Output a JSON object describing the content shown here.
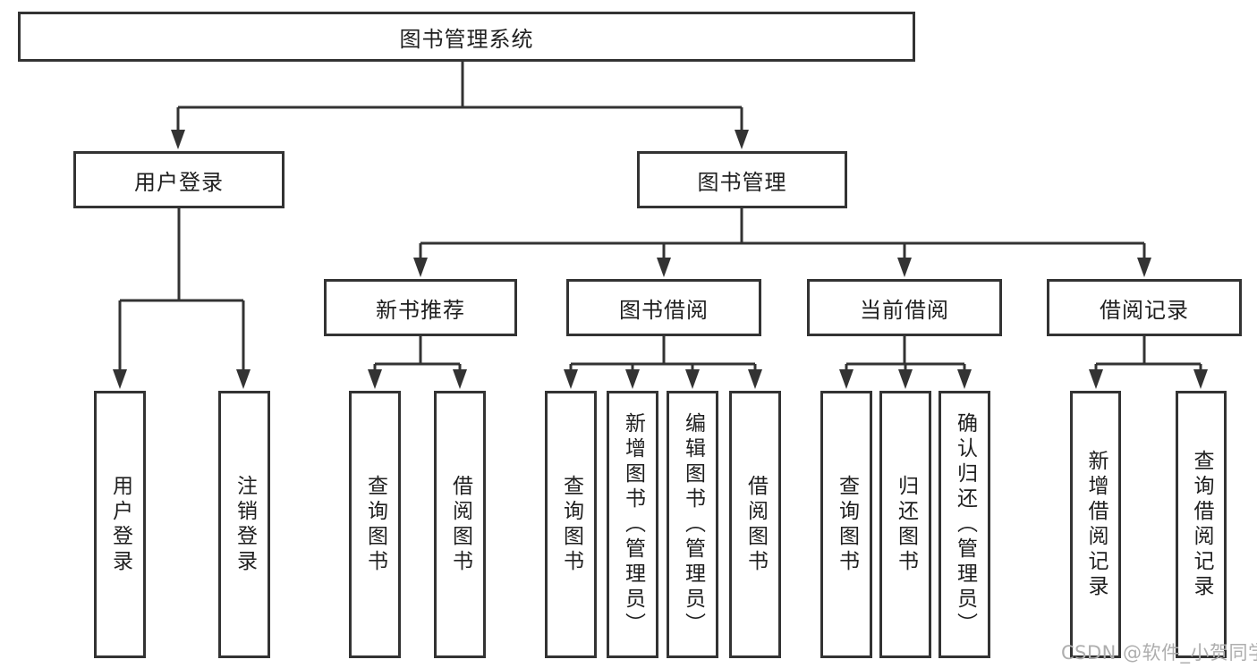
{
  "diagram": {
    "root": "图书管理系统",
    "level2": [
      {
        "label": "用户登录",
        "children": [
          "用户登录",
          "注销登录"
        ]
      },
      {
        "label": "图书管理"
      }
    ],
    "level3": [
      {
        "label": "新书推荐",
        "children": [
          "查询图书",
          "借阅图书"
        ]
      },
      {
        "label": "图书借阅",
        "children": [
          "查询图书",
          "新增图书（管理员）",
          "编辑图书（管理员）",
          "借阅图书"
        ]
      },
      {
        "label": "当前借阅",
        "children": [
          "查询图书",
          "归还图书",
          "确认归还（管理员）"
        ]
      },
      {
        "label": "借阅记录",
        "children": [
          "新增借阅记录",
          "查询借阅记录"
        ]
      }
    ]
  },
  "watermark": "CSDN @软件_小贺同学",
  "colors": {
    "line": "#333333",
    "box_border": "#333333",
    "text": "#1f1f1f",
    "watermark": "#aeaeae",
    "background": "#ffffff"
  }
}
